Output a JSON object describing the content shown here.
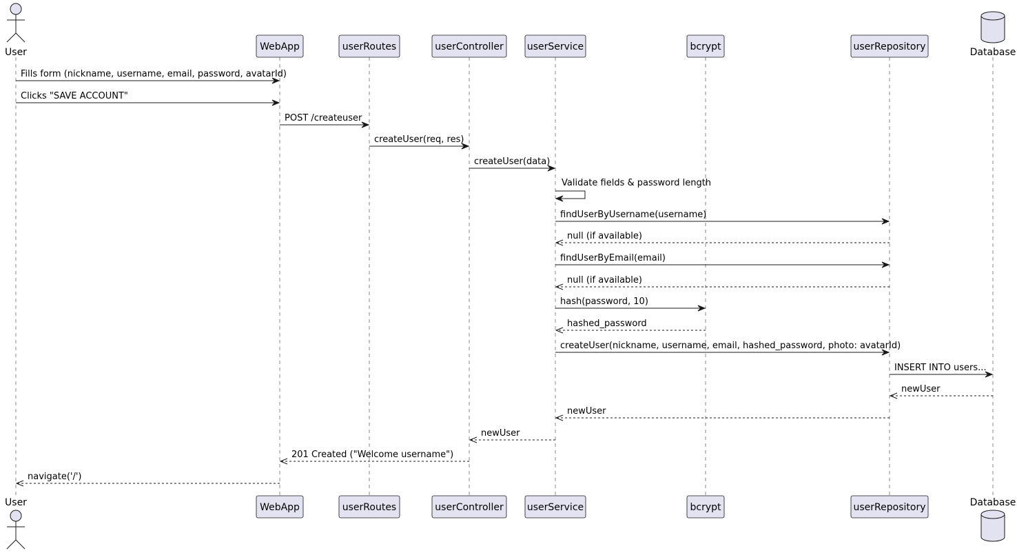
{
  "participants": [
    {
      "id": "user",
      "label": "User",
      "kind": "actor"
    },
    {
      "id": "webapp",
      "label": "WebApp",
      "kind": "participant"
    },
    {
      "id": "userRoutes",
      "label": "userRoutes",
      "kind": "participant"
    },
    {
      "id": "userController",
      "label": "userController",
      "kind": "participant"
    },
    {
      "id": "userService",
      "label": "userService",
      "kind": "participant"
    },
    {
      "id": "bcrypt",
      "label": "bcrypt",
      "kind": "participant"
    },
    {
      "id": "userRepository",
      "label": "userRepository",
      "kind": "participant"
    },
    {
      "id": "database",
      "label": "Database",
      "kind": "database"
    }
  ],
  "messages": [
    {
      "from": "user",
      "to": "webapp",
      "label": "Fills form (nickname, username, email, password, avatarId)",
      "type": "sync"
    },
    {
      "from": "user",
      "to": "webapp",
      "label": "Clicks \"SAVE ACCOUNT\"",
      "type": "sync"
    },
    {
      "from": "webapp",
      "to": "userRoutes",
      "label": "POST /createuser",
      "type": "sync"
    },
    {
      "from": "userRoutes",
      "to": "userController",
      "label": "createUser(req, res)",
      "type": "sync"
    },
    {
      "from": "userController",
      "to": "userService",
      "label": "createUser(data)",
      "type": "sync"
    },
    {
      "from": "userService",
      "to": "userService",
      "label": "Validate fields & password length",
      "type": "self"
    },
    {
      "from": "userService",
      "to": "userRepository",
      "label": "findUserByUsername(username)",
      "type": "sync"
    },
    {
      "from": "userRepository",
      "to": "userService",
      "label": "null (if available)",
      "type": "return"
    },
    {
      "from": "userService",
      "to": "userRepository",
      "label": "findUserByEmail(email)",
      "type": "sync"
    },
    {
      "from": "userRepository",
      "to": "userService",
      "label": "null (if available)",
      "type": "return"
    },
    {
      "from": "userService",
      "to": "bcrypt",
      "label": "hash(password, 10)",
      "type": "sync"
    },
    {
      "from": "bcrypt",
      "to": "userService",
      "label": "hashed_password",
      "type": "return"
    },
    {
      "from": "userService",
      "to": "userRepository",
      "label": "createUser(nickname, username, email, hashed_password, photo: avatarId)",
      "type": "sync"
    },
    {
      "from": "userRepository",
      "to": "database",
      "label": "INSERT INTO users...",
      "type": "sync"
    },
    {
      "from": "database",
      "to": "userRepository",
      "label": "newUser",
      "type": "return"
    },
    {
      "from": "userRepository",
      "to": "userService",
      "label": "newUser",
      "type": "return"
    },
    {
      "from": "userService",
      "to": "userController",
      "label": "newUser",
      "type": "return"
    },
    {
      "from": "userController",
      "to": "webapp",
      "label": "201 Created (\"Welcome username\")",
      "type": "return"
    },
    {
      "from": "webapp",
      "to": "user",
      "label": "navigate('/')",
      "type": "return"
    }
  ],
  "colors": {
    "participant_fill": "#E2E2F0",
    "border": "#181818",
    "lifeline": "#888888",
    "text": "#000000",
    "background": "#FFFFFF"
  }
}
